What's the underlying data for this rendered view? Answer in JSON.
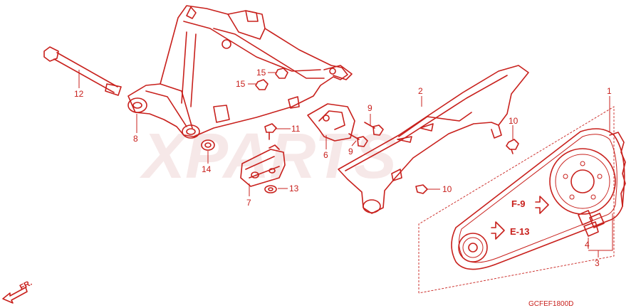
{
  "callouts": {
    "c1": "1",
    "c2": "2",
    "c3": "3",
    "c4": "4",
    "c6": "6",
    "c7": "7",
    "c8": "8",
    "c9a": "9",
    "c9b": "9",
    "c10a": "10",
    "c10b": "10",
    "c11": "11",
    "c12": "12",
    "c13": "13",
    "c14": "14",
    "c15a": "15",
    "c15b": "15"
  },
  "refs": {
    "f9": "F-9",
    "e13": "E-13"
  },
  "direction": "FR.",
  "code": "GCFEF1800D",
  "watermark": "XPARTS",
  "colors": {
    "line": "#c8201c",
    "watermark": "#efd6d6"
  }
}
